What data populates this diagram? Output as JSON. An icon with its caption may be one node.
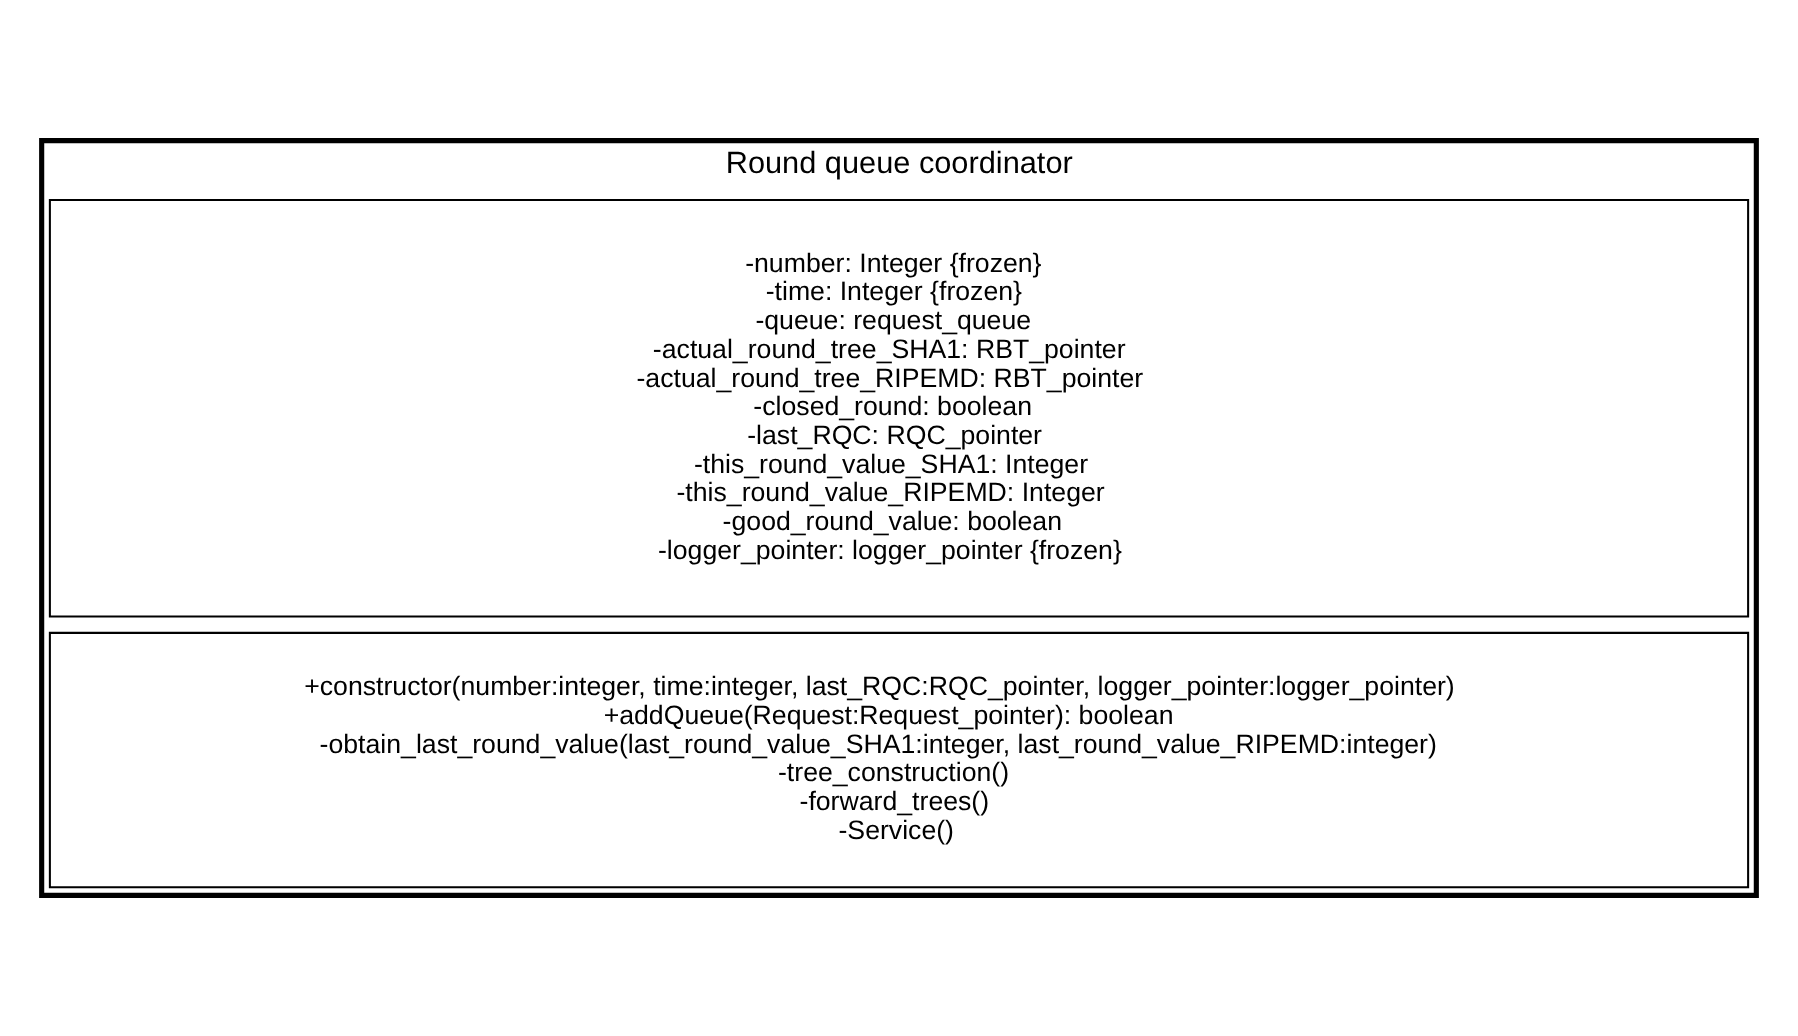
{
  "diagram": {
    "nodes": [
      {
        "text": [
          "Round queue coordinator"
        ]
      },
      {
        "text": [
          "-number: Integer {frozen}",
          "-time: Integer {frozen}",
          "-queue: request_queue",
          "-actual_round_tree_SHA1: RBT_pointer",
          "-actual_round_tree_RIPEMD: RBT_pointer",
          "-closed_round: boolean",
          "-last_RQC: RQC_pointer",
          "-this_round_value_SHA1: Integer",
          "-this_round_value_RIPEMD: Integer",
          "-good_round_value: boolean",
          "-logger_pointer: logger_pointer {frozen}"
        ],
        "in": 0
      },
      {
        "text": [
          "+constructor(number:integer, time:integer, last_RQC:RQC_pointer, logger_pointer:logger_pointer)",
          "+addQueue(Request:Request_pointer): boolean",
          "-obtain_last_round_value(last_round_value_SHA1:integer, last_round_value_RIPEMD:integer)",
          "-tree_construction()",
          "-forward_trees()",
          "-Service()"
        ],
        "in": 0
      }
    ],
    "edges": []
  }
}
